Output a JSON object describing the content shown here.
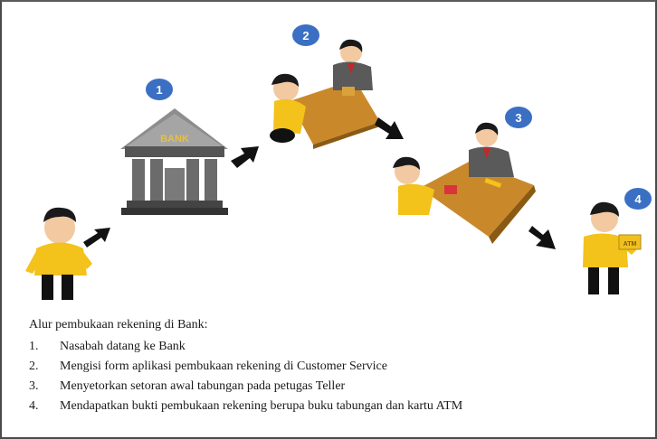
{
  "diagram": {
    "steps": [
      {
        "badge": "1",
        "subject": "bank-building",
        "sign": "BANK"
      },
      {
        "badge": "2",
        "subject": "customer-service-desk"
      },
      {
        "badge": "3",
        "subject": "teller-desk"
      },
      {
        "badge": "4",
        "subject": "customer-with-atm-card",
        "card_label": "ATM"
      }
    ],
    "colors": {
      "badge": "#3a6fc4",
      "shirt": "#f3c21b",
      "desk": "#c9892b",
      "bank_roof": "#8d8d8d",
      "arrow": "#111111"
    }
  },
  "caption": {
    "title": "Alur pembukaan rekening di Bank:",
    "items": [
      {
        "num": "1.",
        "text": "Nasabah datang ke Bank"
      },
      {
        "num": "2.",
        "text": "Mengisi form aplikasi pembukaan rekening di Customer Service"
      },
      {
        "num": "3.",
        "text": "Menyetorkan setoran awal tabungan pada petugas Teller"
      },
      {
        "num": "4.",
        "text": "Mendapatkan bukti pembukaan rekening berupa buku tabungan dan kartu ATM"
      }
    ]
  }
}
